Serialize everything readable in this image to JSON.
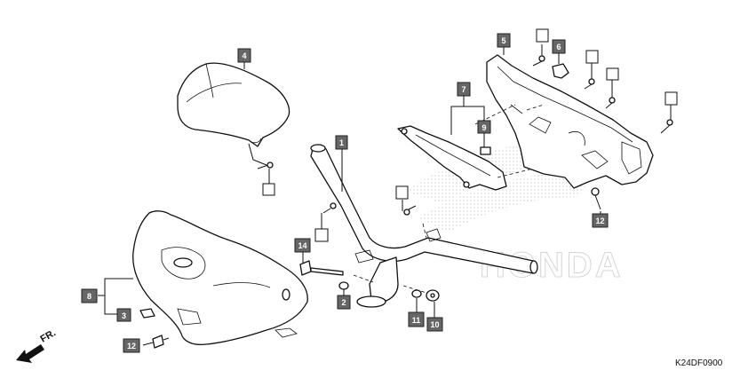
{
  "diagram_code": "K24DF0900",
  "front_label": "FR.",
  "callouts": {
    "p1": "1",
    "p2": "2",
    "p3": "3",
    "p4": "4",
    "p5": "5",
    "p6": "6",
    "p7": "7",
    "p8": "8",
    "p9": "9",
    "p10": "10",
    "p11": "11",
    "p12a": "12",
    "p12b": "12",
    "p14": "14"
  },
  "watermark_text": "HONDA",
  "colors": {
    "callout_fill": "#666666",
    "callout_text": "#ffffff",
    "line": "#111111",
    "watermark": "#d9d9d9"
  }
}
